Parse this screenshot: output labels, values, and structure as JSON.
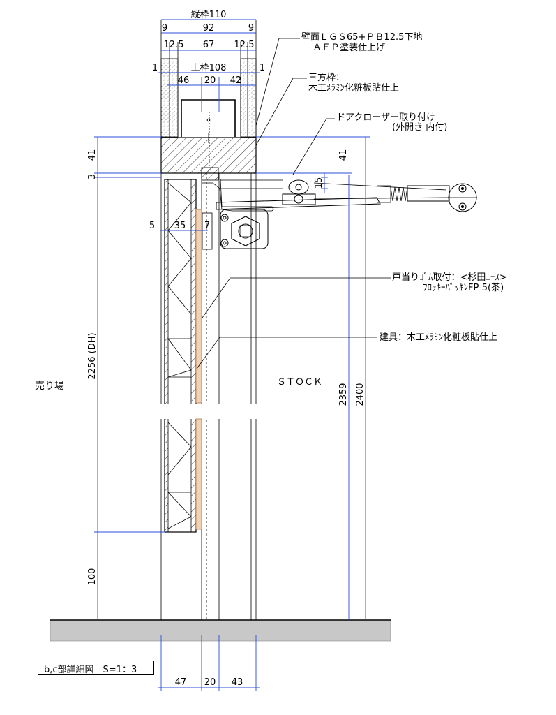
{
  "dims": {
    "top_frame": "縦枠110",
    "top_9_left": "9",
    "top_92": "92",
    "top_9_right": "9",
    "top_12_5_left": "12.5",
    "top_67": "67",
    "top_12_5_right": "12.5",
    "head_1_left": "1",
    "head_108": "上枠108",
    "head_1_right": "1",
    "head_46": "46",
    "head_20": "20",
    "head_42": "42",
    "left_41": "41",
    "left_3": "3",
    "right_41": "41",
    "right_15": "15",
    "door_5": "5",
    "door_35": "35",
    "door_7": "7",
    "dh_2256": "2256 (DH)",
    "bottom_100": "100",
    "right_2359": "2359",
    "right_2400": "2400",
    "bottom_47": "47",
    "bottom_20": "20",
    "bottom_43": "43"
  },
  "notes": {
    "wall_line1": "壁面ＬＧＳ65+ＰＢ12.5下地",
    "wall_line2": "ＡＥＰ塗装仕上げ",
    "frame_line1": "三方枠：",
    "frame_line2": "木工ﾒﾗﾐﾝ化粧板貼仕上",
    "closer_line1": "ドアクローザー取り付け",
    "closer_line2": "(外開き 内付)",
    "stop_line1": "戸当りｺﾞﾑ取付：<杉田ｴｰｽ>",
    "stop_line2": "ﾌﾛｯｷｰﾊﾟｯｷﾝFP-5(茶)",
    "door_note": "建具：木工ﾒﾗﾐﾝ化粧板貼仕上",
    "sales_floor": "売り場",
    "stock": "ＳＴＯＣＫ"
  },
  "title": "b,c部詳細図　S=1：3"
}
